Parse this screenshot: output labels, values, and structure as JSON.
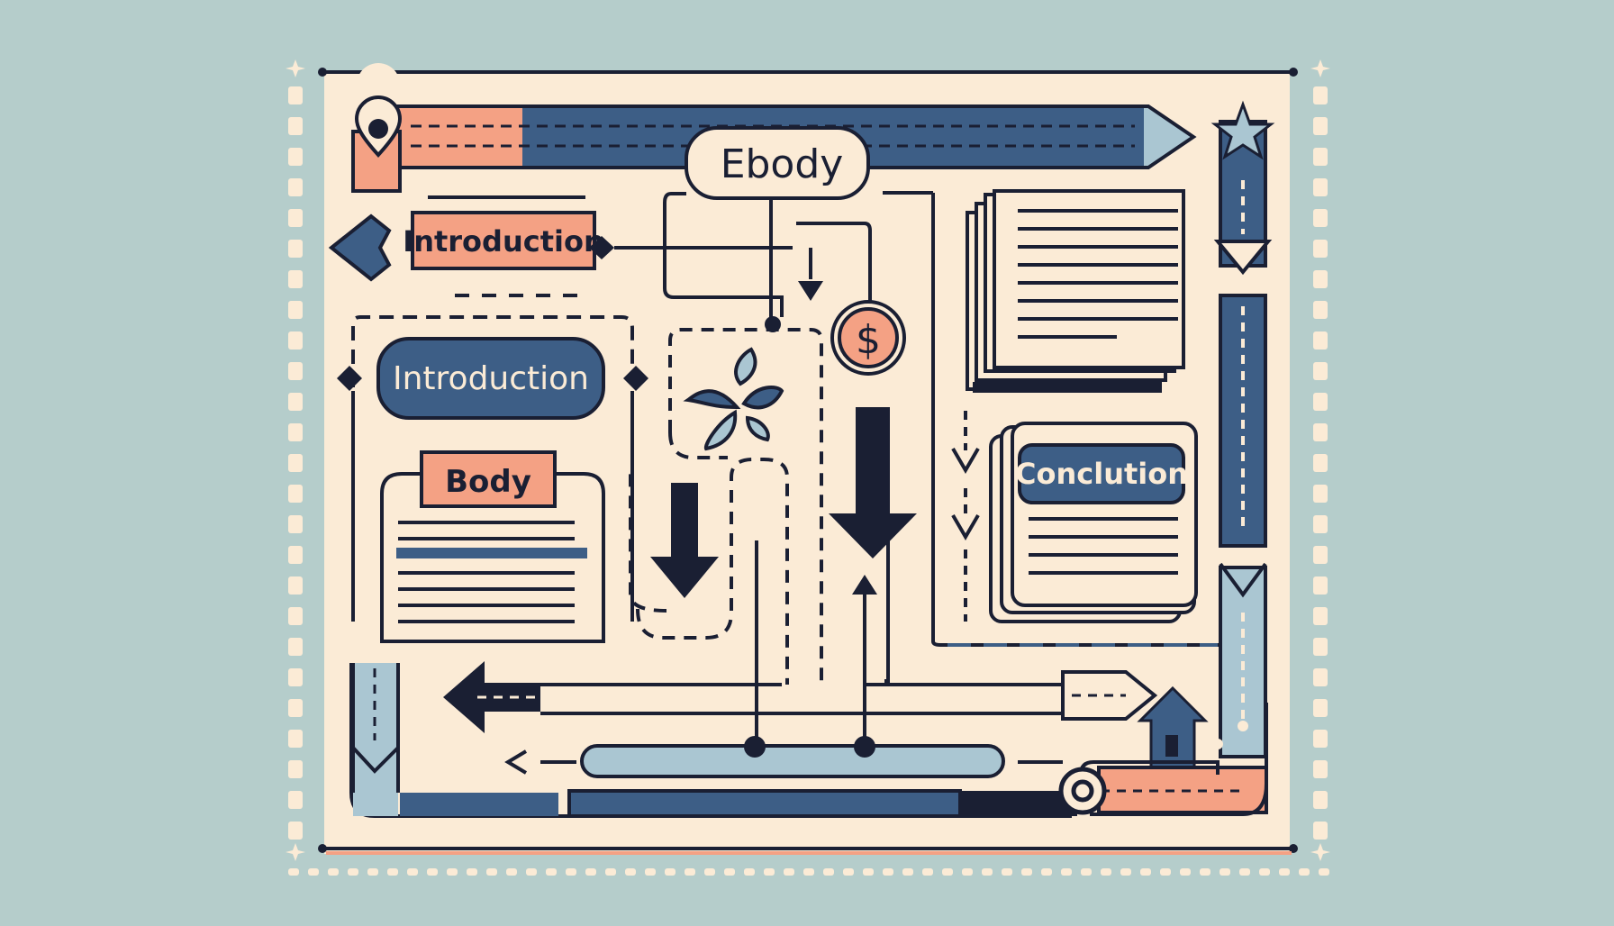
{
  "colors": {
    "background": "#b5cdcb",
    "paper": "#fbebd6",
    "ink": "#1a1f33",
    "navy": "#3d5e86",
    "salmon": "#f4a184",
    "pale_blue": "#aac6d2"
  },
  "labels": {
    "ebody": "Ebody",
    "introduction_top": "Introduction",
    "introduction_main": "Introduction",
    "body": "Body",
    "conclusion": "Conclution",
    "dollar": "$"
  },
  "icons": [
    "map-pin-icon",
    "star-icon",
    "dollar-coin-icon",
    "leaf-icon",
    "house-icon",
    "arrow-down-icon",
    "arrow-left-icon",
    "arrow-up-icon",
    "document-icon"
  ]
}
